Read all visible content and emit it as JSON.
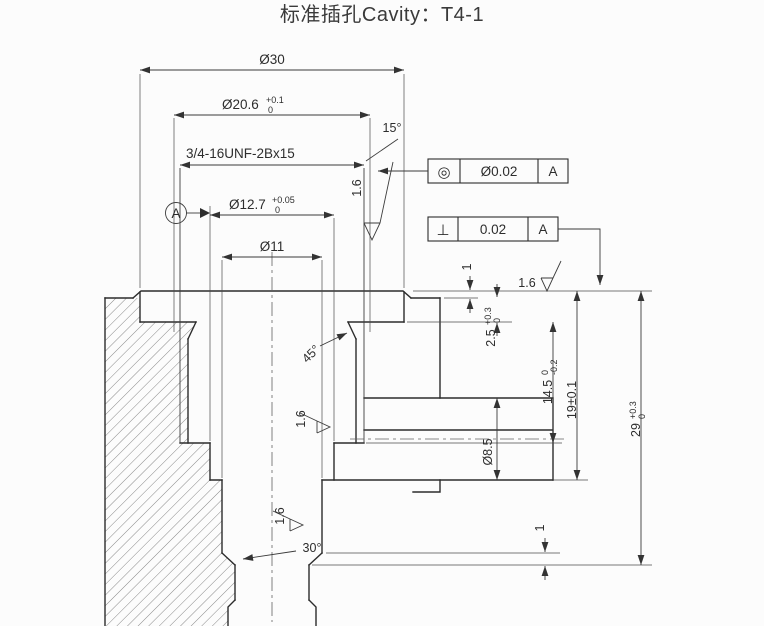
{
  "title": "标准插孔Cavity：T4-1",
  "colors": {
    "line": "#2c2c2c",
    "background": "#fcfcfc"
  },
  "dims": {
    "d30": {
      "label": "Ø30"
    },
    "d206": {
      "label": "Ø20.6",
      "tol_up": "+0.1",
      "tol_dn": "0"
    },
    "thread": {
      "label": "3/4-16UNF-2Bx15"
    },
    "d127": {
      "label": "Ø12.7",
      "tol_up": "+0.05",
      "tol_dn": "0"
    },
    "d11": {
      "label": "Ø11"
    },
    "d85": {
      "label": "Ø8.5"
    },
    "depth_25": {
      "label": "2.5",
      "tol_up": "+0.3",
      "tol_dn": "0"
    },
    "depth_145": {
      "label": "14.5",
      "tol_up": "0",
      "tol_dn": "-0.2"
    },
    "depth_19": {
      "label": "19±0.1"
    },
    "depth_29": {
      "label": "29",
      "tol_up": "+0.3",
      "tol_dn": "0"
    },
    "proj_top": {
      "label": "1"
    },
    "proj_bottom": {
      "label": "1"
    },
    "angle_15": {
      "label": "15°"
    },
    "angle_30": {
      "label": "30°"
    },
    "angle_45": {
      "label": "45°"
    }
  },
  "finish": {
    "label": "1.6"
  },
  "gdt": {
    "concentricity": {
      "symbol": "◎",
      "value": "Ø0.02",
      "datum": "A"
    },
    "perpendicularity": {
      "symbol": "⊥",
      "value": "0.02",
      "datum": "A"
    }
  },
  "datum": {
    "label": "A"
  }
}
